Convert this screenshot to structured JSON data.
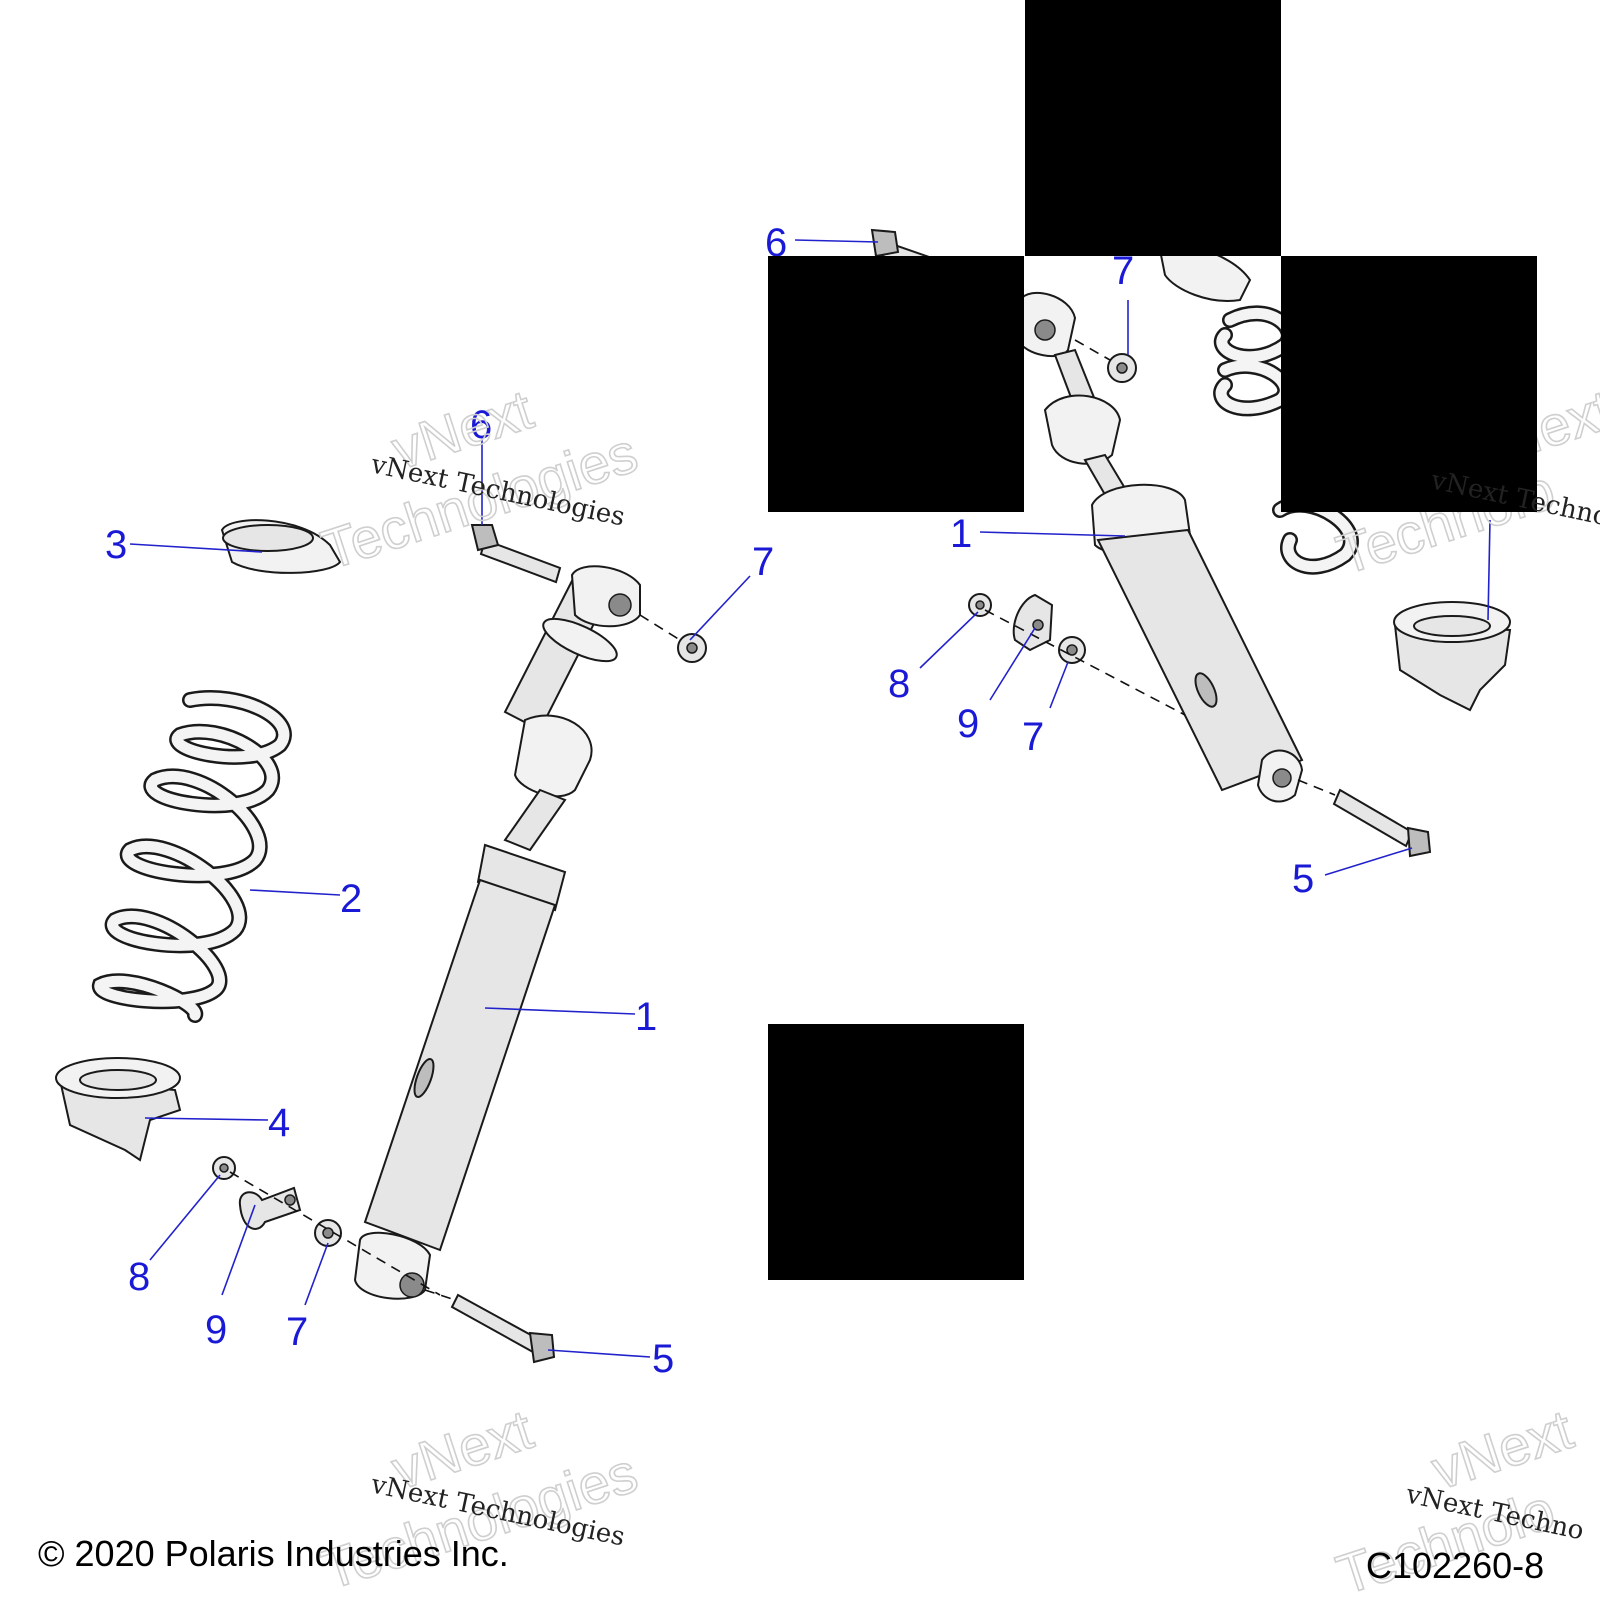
{
  "diagram": {
    "left_assembly": {
      "callouts": [
        "6",
        "3",
        "7",
        "2",
        "1",
        "4",
        "8",
        "9",
        "7",
        "5"
      ]
    },
    "right_assembly": {
      "callouts": [
        "6",
        "7",
        "1",
        "8",
        "9",
        "7",
        "5"
      ]
    }
  },
  "watermark": {
    "script_text": "vNext Technologies",
    "line1": "vNext",
    "line2": "Technologies",
    "partial_script": "vNext Techno",
    "partial_big": "Technolo",
    "partial_big_top": "vNext"
  },
  "footer": {
    "copyright": "© 2020 Polaris Industries Inc.",
    "figure_id": "C102260-8"
  },
  "colors": {
    "callout": "#1a1ad6",
    "redaction": "#000000"
  }
}
